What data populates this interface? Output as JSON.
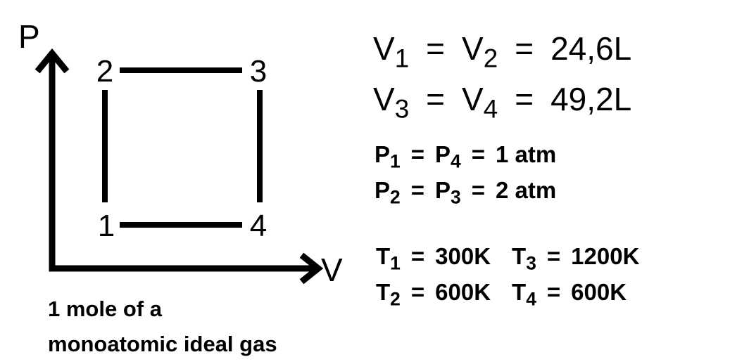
{
  "axes": {
    "y_label": "P",
    "x_label": "V"
  },
  "states": [
    {
      "id": "state-1",
      "label": "1",
      "vol": 1,
      "pres": 1
    },
    {
      "id": "state-2",
      "label": "2",
      "vol": 1,
      "pres": 2
    },
    {
      "id": "state-3",
      "label": "3",
      "vol": 2,
      "pres": 2
    },
    {
      "id": "state-4",
      "label": "4",
      "vol": 2,
      "pres": 1
    }
  ],
  "equations": {
    "volumes": [
      {
        "a": "V",
        "a_sub": "1",
        "b": "V",
        "b_sub": "2",
        "value": "24,6L"
      },
      {
        "a": "V",
        "a_sub": "3",
        "b": "V",
        "b_sub": "4",
        "value": "49,2L"
      }
    ],
    "pressures": [
      {
        "a": "P",
        "a_sub": "1",
        "b": "P",
        "b_sub": "4",
        "value": "1 atm"
      },
      {
        "a": "P",
        "a_sub": "2",
        "b": "P",
        "b_sub": "3",
        "value": "2 atm"
      }
    ],
    "temperatures": [
      {
        "a": "T",
        "a_sub": "1",
        "a_value": "300K",
        "b": "T",
        "b_sub": "3",
        "b_value": "1200K"
      },
      {
        "a": "T",
        "a_sub": "2",
        "a_value": "600K",
        "b": "T",
        "b_sub": "4",
        "b_value": "600K"
      }
    ],
    "equals": "="
  },
  "caption": {
    "line1": "1 mole of a",
    "line2": "monoatomic ideal gas"
  }
}
